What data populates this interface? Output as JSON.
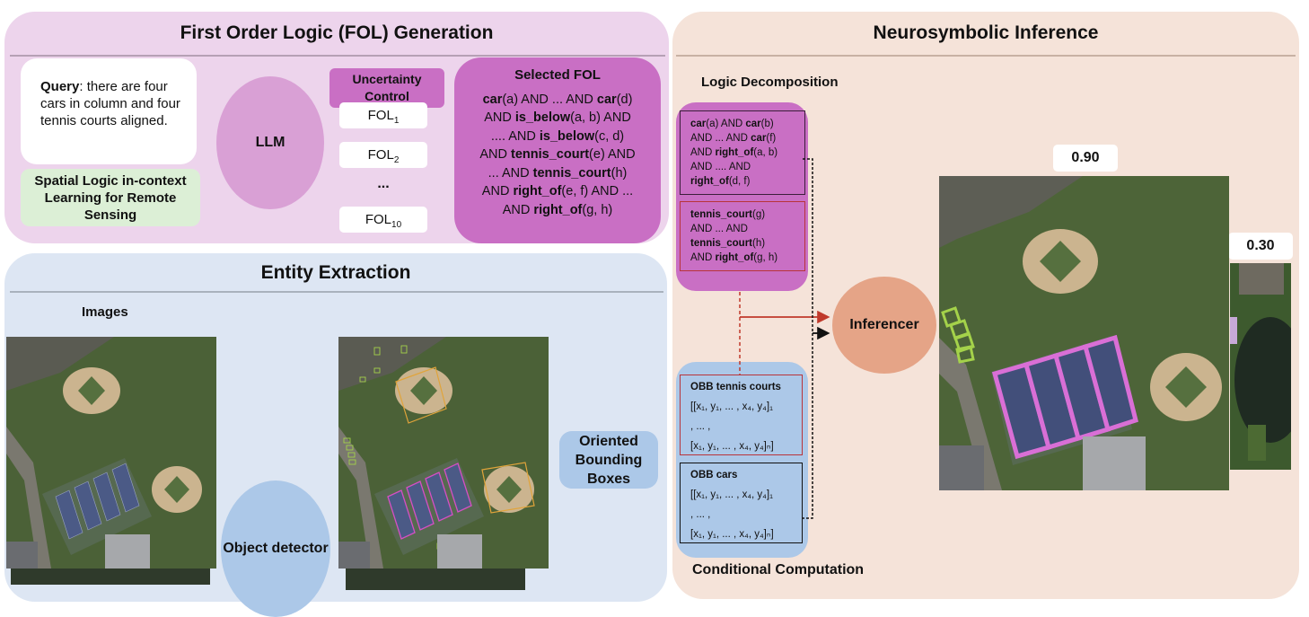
{
  "fol_panel": {
    "title": "First Order Logic (FOL) Generation",
    "query_label": "Query",
    "query_text": ": there are four cars in column and four tennis courts aligned.",
    "icl_label": "Spatial Logic in-context Learning for Remote Sensing",
    "llm_label": "LLM",
    "uncertainty_label": "Uncertainty Control",
    "fol_candidates": [
      {
        "base": "FOL",
        "sub": "1"
      },
      {
        "base": "FOL",
        "sub": "2"
      },
      {
        "base": "FOL",
        "sub": "10"
      }
    ],
    "fol_ellipsis": "...",
    "selected_title": "Selected FOL",
    "selected_lines": [
      [
        {
          "t": "car",
          "b": true
        },
        {
          "t": "(a) AND ... AND "
        },
        {
          "t": "car",
          "b": true
        },
        {
          "t": "(d)"
        }
      ],
      [
        {
          "t": "AND "
        },
        {
          "t": "is_below",
          "b": true
        },
        {
          "t": "(a, b) AND"
        }
      ],
      [
        {
          "t": ".... AND "
        },
        {
          "t": "is_below",
          "b": true
        },
        {
          "t": "(c, d)"
        }
      ],
      [
        {
          "t": "AND "
        },
        {
          "t": "tennis_court",
          "b": true
        },
        {
          "t": "(e) AND"
        }
      ],
      [
        {
          "t": "... AND "
        },
        {
          "t": "tennis_court",
          "b": true
        },
        {
          "t": "(h)"
        }
      ],
      [
        {
          "t": "AND "
        },
        {
          "t": "right_of",
          "b": true
        },
        {
          "t": "(e, f) AND ..."
        }
      ],
      [
        {
          "t": "AND "
        },
        {
          "t": "right_of",
          "b": true
        },
        {
          "t": "(g, h)"
        }
      ]
    ]
  },
  "entity_panel": {
    "title": "Entity Extraction",
    "images_label": "Images",
    "detector_label": "Object detector",
    "obb_label": "Oriented Bounding Boxes"
  },
  "neuro_panel": {
    "title": "Neurosymbolic Inference",
    "logic_decomp_title": "Logic Decomposition",
    "cars_logic": [
      [
        {
          "t": "car",
          "b": true
        },
        {
          "t": "(a) AND "
        },
        {
          "t": "car",
          "b": true
        },
        {
          "t": "(b)"
        }
      ],
      [
        {
          "t": "AND ... AND "
        },
        {
          "t": "car",
          "b": true
        },
        {
          "t": "(f)"
        }
      ],
      [
        {
          "t": "AND "
        },
        {
          "t": "right_of",
          "b": true
        },
        {
          "t": "(a, b)"
        }
      ],
      [
        {
          "t": "AND .... AND"
        }
      ],
      [
        {
          "t": "right_of",
          "b": true
        },
        {
          "t": "(d, f)"
        }
      ]
    ],
    "courts_logic": [
      [
        {
          "t": "tennis_court",
          "b": true
        },
        {
          "t": "(g)"
        }
      ],
      [
        {
          "t": "AND ... AND"
        }
      ],
      [
        {
          "t": "tennis_court",
          "b": true
        },
        {
          "t": "(h)"
        }
      ],
      [
        {
          "t": "AND "
        },
        {
          "t": "right_of",
          "b": true
        },
        {
          "t": "(g, h)"
        }
      ]
    ],
    "obb_courts_title": "OBB tennis courts",
    "obb_cars_title": "OBB cars",
    "obb_lines": [
      "[[x₁, y₁, ... , x₄, y₄]₁",
      ", ... ,",
      "[x₁, y₁, ... , x₄, y₄]ₙ]"
    ],
    "inferencer_label": "Inferencer",
    "cond_comp_title": "Conditional  Computation",
    "score_main": "0.90",
    "score_secondary": "0.30",
    "colors": {
      "court_link": "#c0392b",
      "car_link": "#111111",
      "court_highlight": "#d96fd6",
      "car_highlight": "#a4d24a"
    }
  }
}
